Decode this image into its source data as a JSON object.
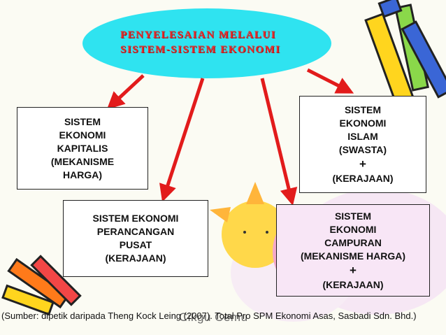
{
  "title": {
    "line1": "PENYELESAIAN MELALUI",
    "line2": "SISTEM-SISTEM EKONOMI"
  },
  "boxes": {
    "kapitalis": [
      "SISTEM",
      "EKONOMI",
      "KAPITALIS",
      "(MEKANISME",
      "HARGA)"
    ],
    "perancangan": [
      "SISTEM EKONOMI",
      "PERANCANGAN",
      "PUSAT",
      "(KERAJAAN)"
    ],
    "islam": [
      "SISTEM",
      "EKONOMI",
      "ISLAM",
      "(SWASTA)",
      "+",
      "(KERAJAAN)"
    ],
    "campuran": [
      "SISTEM",
      "EKONOMI",
      "CAMPURAN",
      "(MEKANISME HARGA)",
      "+",
      "(KERAJAAN)"
    ]
  },
  "source": "(Sumber: dipetik daripada Theng Kock Leing (2007). Total Pro SPM Ekonomi Asas, Sasbadi Sdn. Bhd.)",
  "footer": "Cikgu Cemu",
  "colors": {
    "oval": "#2fe3f0",
    "title_text": "#e62c2c",
    "arrow": "#e21b1b",
    "box_fill": "#ffffff",
    "box_border": "#222222"
  }
}
